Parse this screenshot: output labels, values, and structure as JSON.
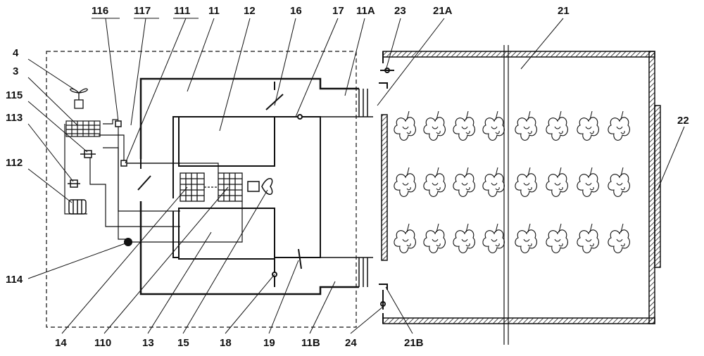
{
  "colors": {
    "line": "#111111",
    "fill": "#ffffff"
  },
  "labels": {
    "l116": "116",
    "l117": "117",
    "l111": "111",
    "l11": "11",
    "l12": "12",
    "l16": "16",
    "l17": "17",
    "l11A": "11A",
    "l23": "23",
    "l21A": "21A",
    "l21": "21",
    "l4": "4",
    "l3": "3",
    "l115": "115",
    "l113": "113",
    "l112": "112",
    "l114": "114",
    "l22": "22",
    "l14": "14",
    "l110": "110",
    "l13": "13",
    "l15": "15",
    "l18": "18",
    "l19": "19",
    "l11B": "11B",
    "l24": "24",
    "l21B": "21B"
  },
  "icons": {
    "fan": "fan-icon",
    "coil": "coil-icon",
    "valve": "valve-icon",
    "compressor": "compressor-icon",
    "damper": "damper-icon",
    "silkworm": "silkworm-cocoon-icon"
  }
}
